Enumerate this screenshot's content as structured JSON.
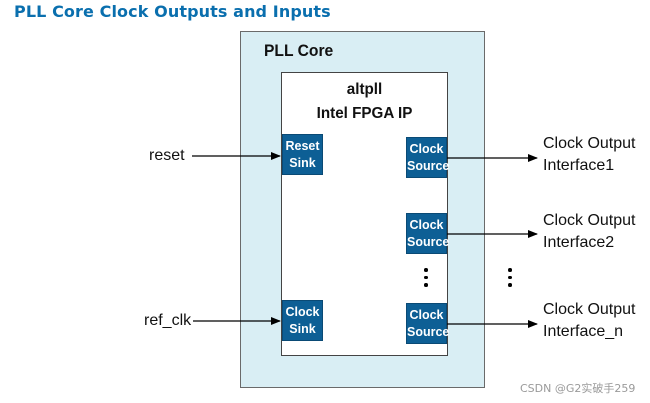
{
  "title": "PLL Core Clock Outputs and Inputs",
  "pll_core": {
    "label": "PLL Core"
  },
  "altpll": {
    "line1": "altpll",
    "line2": "Intel FPGA IP"
  },
  "blocks": {
    "reset_sink": {
      "line1": "Reset",
      "line2": "Sink"
    },
    "clock_sink": {
      "line1": "Clock",
      "line2": "Sink"
    },
    "clock_source_1": {
      "line1": "Clock",
      "line2": "Source"
    },
    "clock_source_2": {
      "line1": "Clock",
      "line2": "Source"
    },
    "clock_source_n": {
      "line1": "Clock",
      "line2": "Source"
    }
  },
  "inputs": {
    "reset": "reset",
    "ref_clk": "ref_clk"
  },
  "outputs": [
    {
      "line1": "Clock Output",
      "line2": "Interface1"
    },
    {
      "line1": "Clock Output",
      "line2": "Interface2"
    },
    {
      "line1": "Clock Output",
      "line2": "Interface_n"
    }
  ],
  "watermark": "CSDN @G2实破手259"
}
